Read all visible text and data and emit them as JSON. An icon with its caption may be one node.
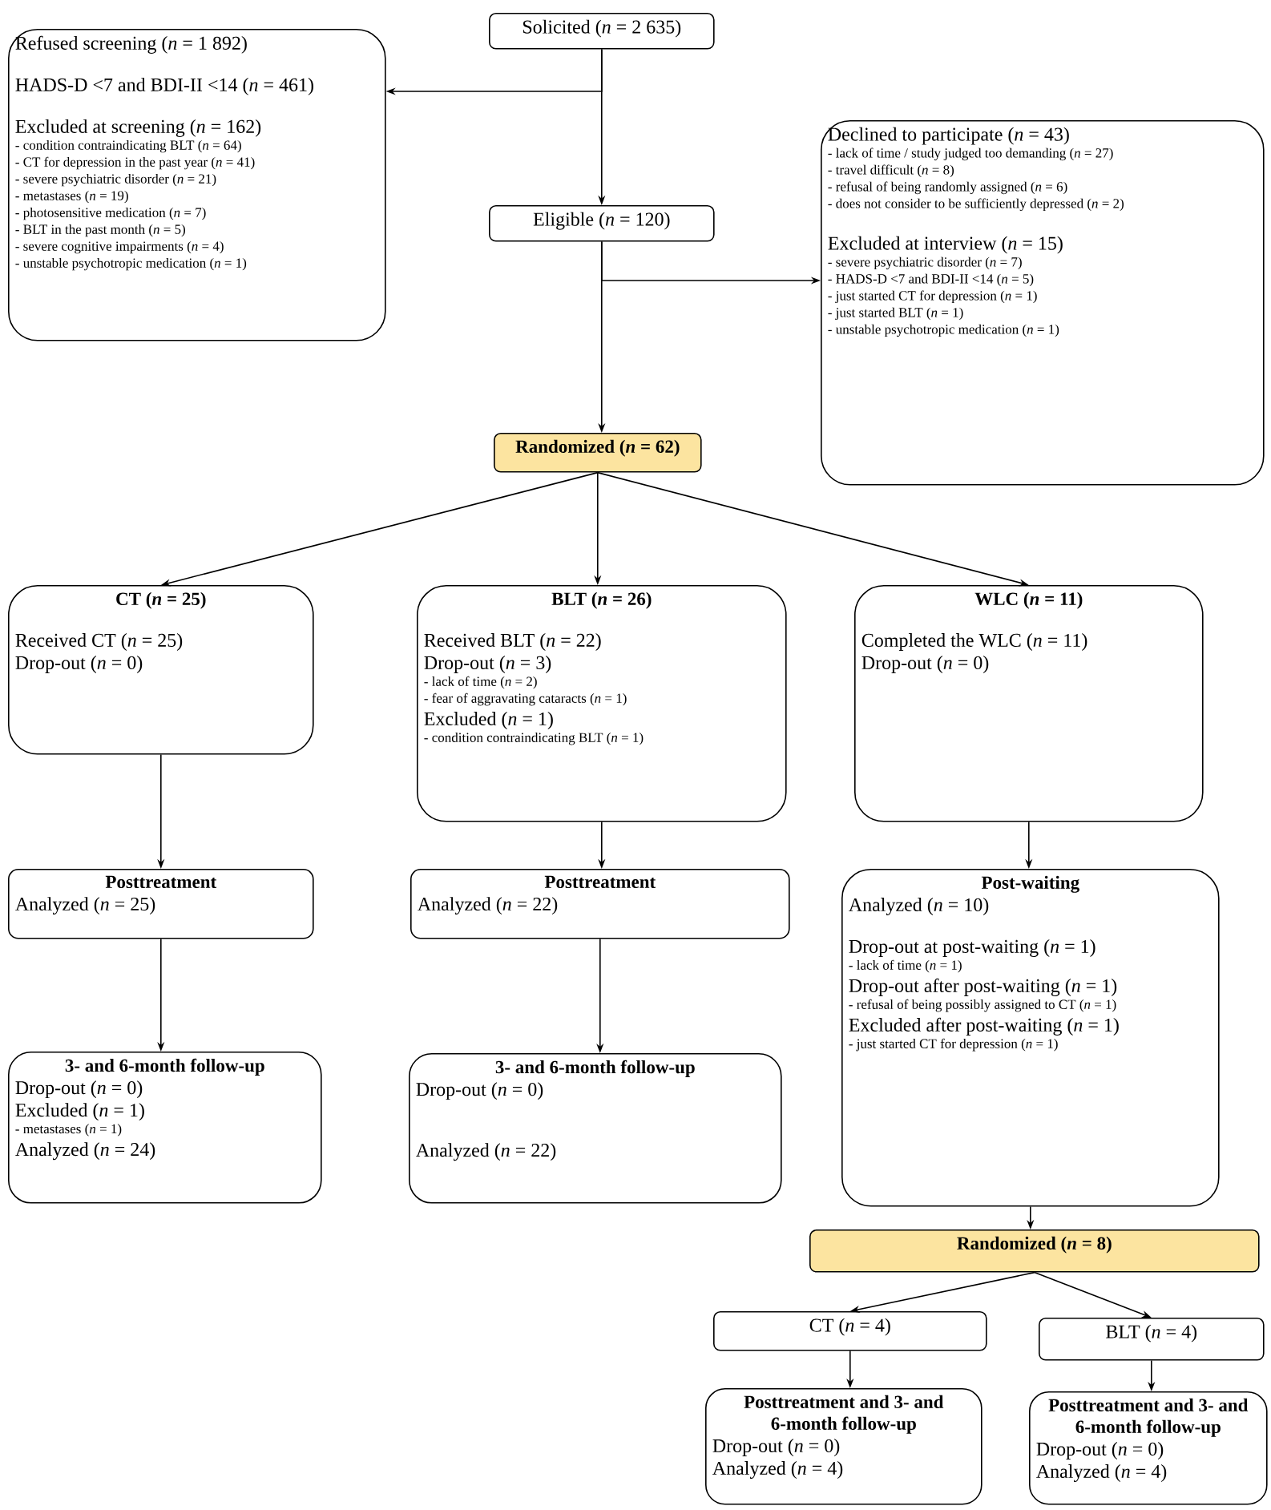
{
  "diagram": {
    "nodes": [
      {
        "text": [
          "Solicited (*n* = 2 635)"
        ]
      },
      {
        "text": [
          "Refused screening (*n* = 1 892)",
          "HADS-D <7 and BDI-II <14 (*n* = 461)",
          "Excluded at screening (*n* = 162)",
          "- condition contraindicating BLT (*n* = 64)",
          "- CT for depression in the past year (*n* = 41)",
          "- severe psychiatric disorder (*n* = 21)",
          "- metastases (*n* = 19)",
          "- photosensitive medication (*n* = 7)",
          "- BLT in the past month (*n* = 5)",
          "- severe cognitive impairments (*n* = 4)",
          "- unstable psychotropic medication (*n* = 1)"
        ]
      },
      {
        "text": [
          "Eligible (*n* = 120)"
        ]
      },
      {
        "text": [
          "Declined to participate (*n* = 43)",
          "- lack of time / study judged too demanding (*n* = 27)",
          "- travel difficult  (*n* = 8)",
          "- refusal of being randomly assigned (*n* = 6)",
          "- does not consider to be sufficiently depressed (*n* = 2)",
          "Excluded at interview (*n* = 15)",
          "- severe psychiatric disorder (*n* = 7)",
          "- HADS-D <7 and BDI-II <14 (*n* = 5)",
          "- just started CT for depression (*n* = 1)",
          "- just started BLT (*n* = 1)",
          "- unstable psychotropic medication (*n* = 1)"
        ]
      },
      {
        "text": [
          "Randomized (*n* = 62)"
        ]
      },
      {
        "text": [
          "CT (*n* = 25)",
          "Received CT (*n* = 25)",
          "Drop-out (*n* = 0)"
        ]
      },
      {
        "text": [
          "BLT (*n* = 26)",
          "Received BLT (*n* = 22)",
          "Drop-out (*n* = 3)",
          "- lack of time  (*n* = 2)",
          "- fear of aggravating cataracts (*n* = 1)",
          "Excluded (*n* = 1)",
          "- condition contraindicating BLT  (*n* = 1)"
        ]
      },
      {
        "text": [
          "WLC (*n* = 11)",
          "Completed the WLC (*n* = 11)",
          "Drop-out (*n* = 0)"
        ]
      },
      {
        "text": [
          "Posttreatment",
          "Analyzed (*n* = 25)"
        ]
      },
      {
        "text": [
          "Posttreatment",
          "Analyzed (*n* = 22)"
        ]
      },
      {
        "text": [
          "Post-waiting",
          "Analyzed (*n* = 10)",
          "Drop-out at post-waiting (*n* = 1)",
          "- lack of time  (*n* = 1)",
          "Drop-out after post-waiting (*n* = 1)",
          "- refusal of being possibly assigned to CT  (*n* = 1)",
          "Excluded after post-waiting (*n* = 1)",
          "- just started CT for depression (*n* = 1)"
        ]
      },
      {
        "text": [
          "3- and 6-month follow-up",
          "Drop-out (*n* = 0)",
          "Excluded (*n* = 1)",
          "- metastases (*n* = 1)",
          "Analyzed (*n* = 24)"
        ]
      },
      {
        "text": [
          "3- and 6-month follow-up",
          "Drop-out (*n* = 0)",
          "Analyzed (*n* = 22)"
        ]
      },
      {
        "text": [
          "Randomized (*n* = 8)"
        ]
      },
      {
        "text": [
          "CT (*n* = 4)"
        ]
      },
      {
        "text": [
          "BLT (*n* = 4)"
        ]
      },
      {
        "text": [
          "Posttreatment and 3- and 6-month follow-up",
          "Drop-out (*n* = 0)",
          "Analyzed (*n* = 4)"
        ]
      },
      {
        "text": [
          "Posttreatment and 3- and 6-month follow-up",
          "Drop-out (*n* = 0)",
          "Analyzed (*n* = 4)"
        ]
      }
    ],
    "edges": [
      {
        "from": 0,
        "to": 2,
        "arrow": "to"
      },
      {
        "from": 0,
        "to": 1,
        "arrow": "to"
      },
      {
        "from": 2,
        "to": 4,
        "arrow": "to"
      },
      {
        "from": 2,
        "to": 3,
        "arrow": "to"
      },
      {
        "from": 4,
        "to": 5,
        "arrow": "to"
      },
      {
        "from": 4,
        "to": 6,
        "arrow": "to"
      },
      {
        "from": 4,
        "to": 7,
        "arrow": "to"
      },
      {
        "from": 5,
        "to": 8,
        "arrow": "to"
      },
      {
        "from": 6,
        "to": 9,
        "arrow": "to"
      },
      {
        "from": 7,
        "to": 10,
        "arrow": "to"
      },
      {
        "from": 8,
        "to": 11,
        "arrow": "to"
      },
      {
        "from": 9,
        "to": 12,
        "arrow": "to"
      },
      {
        "from": 10,
        "to": 13,
        "arrow": "to"
      },
      {
        "from": 13,
        "to": 14,
        "arrow": "to"
      },
      {
        "from": 13,
        "to": 15,
        "arrow": "to"
      },
      {
        "from": 14,
        "to": 16,
        "arrow": "to"
      },
      {
        "from": 15,
        "to": 17,
        "arrow": "to"
      }
    ]
  }
}
